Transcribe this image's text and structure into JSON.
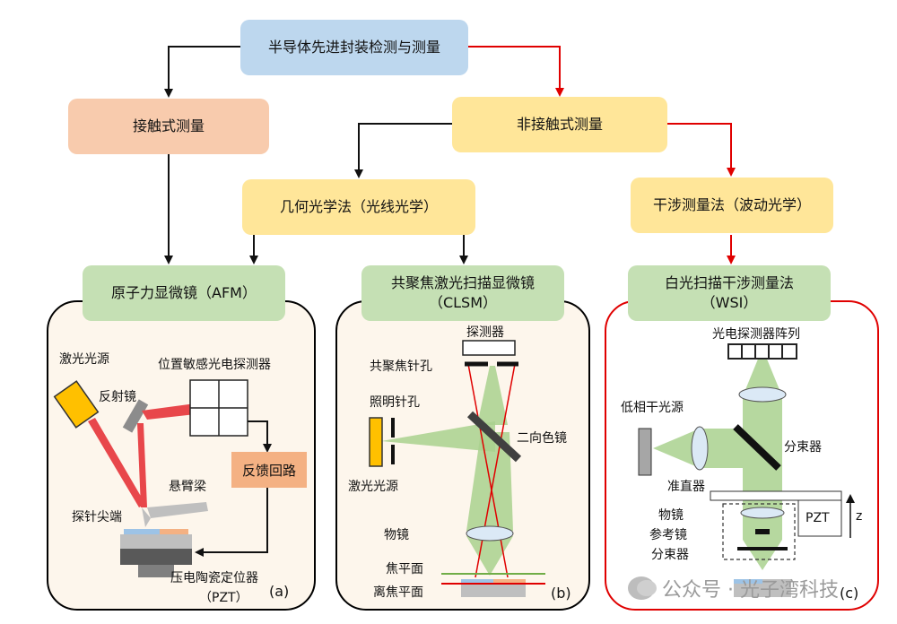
{
  "nodes": {
    "root": "半导体先进封装检测与测量",
    "contact": "接触式测量",
    "noncontact": "非接触式测量",
    "geometric": "几何光学法（光线光学）",
    "interference": "干涉测量法（波动光学）",
    "afm": "原子力显微镜（AFM）",
    "clsm": "共聚焦激光扫描显微镜\n（CLSM）",
    "wsi": "白光扫描干涉测量法\n（WSI）"
  },
  "panel_a": {
    "laser": "激光光源",
    "mirror": "反射镜",
    "psd": "位置敏感光电探测器",
    "feedback": "反馈回路",
    "cantilever": "悬臂梁",
    "tip": "探针尖端",
    "pzt_line1": "压电陶瓷定位器",
    "pzt_line2": "（PZT）",
    "tag": "(a)"
  },
  "panel_b": {
    "detector": "探测器",
    "confocal_pinhole": "共聚焦针孔",
    "illum_pinhole": "照明针孔",
    "dichroic": "二向色镜",
    "laser": "激光光源",
    "objective": "物镜",
    "focal_plane": "焦平面",
    "defocus_plane": "离焦平面",
    "tag": "(b)"
  },
  "panel_c": {
    "array": "光电探测器阵列",
    "source": "低相干光源",
    "splitter_top": "分束器",
    "collimator": "准直器",
    "objective": "物镜",
    "ref_mirror": "参考镜",
    "splitter_bottom": "分束器",
    "pzt": "PZT",
    "z": "z",
    "tag": "(c)"
  },
  "watermark": "公众号 · 光子湾科技",
  "colors": {
    "root": "#bdd7ee",
    "contact": "#f8cbad",
    "noncontact": "#ffe699",
    "method": "#c5e0b4",
    "red_path": "#e00000",
    "laser_beam": "#e8474b",
    "green_beam": "#a9d18e"
  }
}
